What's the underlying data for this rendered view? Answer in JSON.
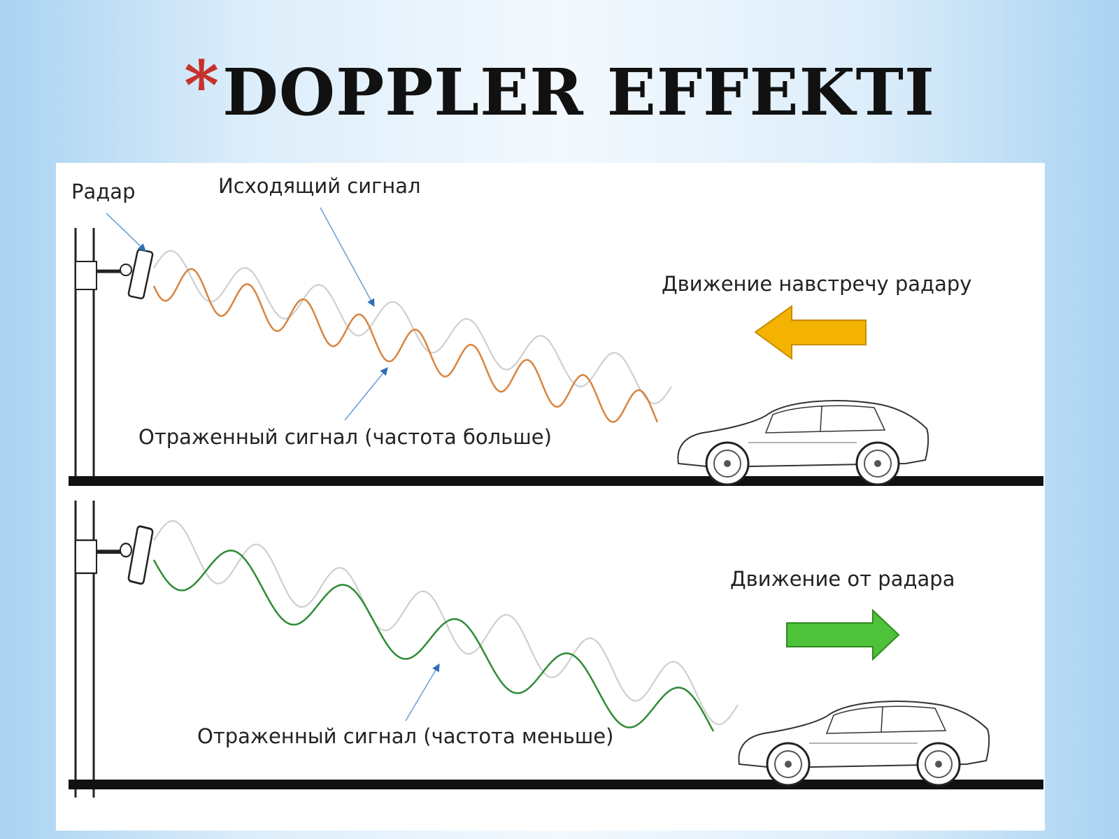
{
  "title": {
    "bullet": "*",
    "text": "DOPPLER EFFEKTI"
  },
  "top_scene": {
    "radar_label": "Радар",
    "outgoing_label": "Исходящий сигнал",
    "reflected_label": "Отраженный сигнал (частота больше)",
    "motion_label": "Движение навстречу радару",
    "arrow_direction": "left",
    "arrow_color": "#f5b301",
    "wave_color": "#d8843f"
  },
  "bottom_scene": {
    "reflected_label": "Отраженный сигнал (частота меньше)",
    "motion_label": "Движение от радара",
    "arrow_direction": "right",
    "arrow_color": "#4dc23a",
    "wave_color": "#2f8a37"
  },
  "icons": [
    "radar-icon",
    "car-icon",
    "pole-icon"
  ]
}
